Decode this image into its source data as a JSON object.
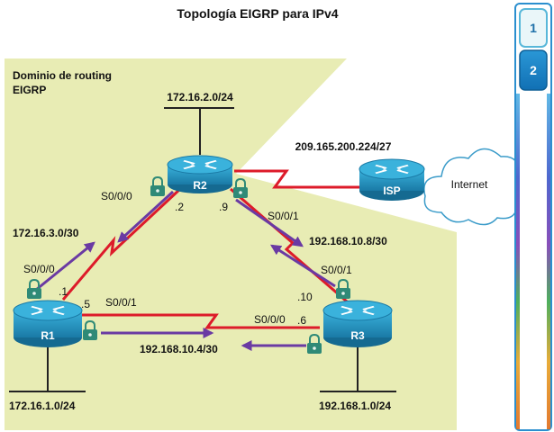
{
  "title": "Topología EIGRP para IPv4",
  "domain_label": {
    "line1": "Dominio de routing",
    "line2": "EIGRP"
  },
  "routers": {
    "r1": "R1",
    "r2": "R2",
    "r3": "R3",
    "isp": "ISP"
  },
  "cloud": "Internet",
  "networks": {
    "r2_lan": "172.16.2.0/24",
    "isp_link": "209.165.200.224/27",
    "r1_r2": "172.16.3.0/30",
    "r2_r3": "192.168.10.8/30",
    "r1_r3": "192.168.10.4/30",
    "r1_lan": "172.16.1.0/24",
    "r3_lan": "192.168.1.0/24"
  },
  "interfaces": {
    "r2_s000": "S0/0/0",
    "r2_s001": "S0/0/1",
    "r1_s000": "S0/0/0",
    "r1_s001": "S0/0/1",
    "r3_s001": "S0/0/1",
    "r3_s000": "S0/0/0"
  },
  "host_ids": {
    "r2_left": ".2",
    "r2_right": ".9",
    "r1_top": ".1",
    "r1_right": ".5",
    "r3_top": ".10",
    "r3_left": ".6"
  },
  "tabs": [
    "1",
    "2"
  ],
  "colors": {
    "domain_fill": "#e8ecb4",
    "serial_link": "#dd1b2a",
    "auth_arrow": "#6a3aa3",
    "router_body": "#1c8bb7",
    "tab_active": "#1580c4",
    "lock": "#2f8a77"
  }
}
